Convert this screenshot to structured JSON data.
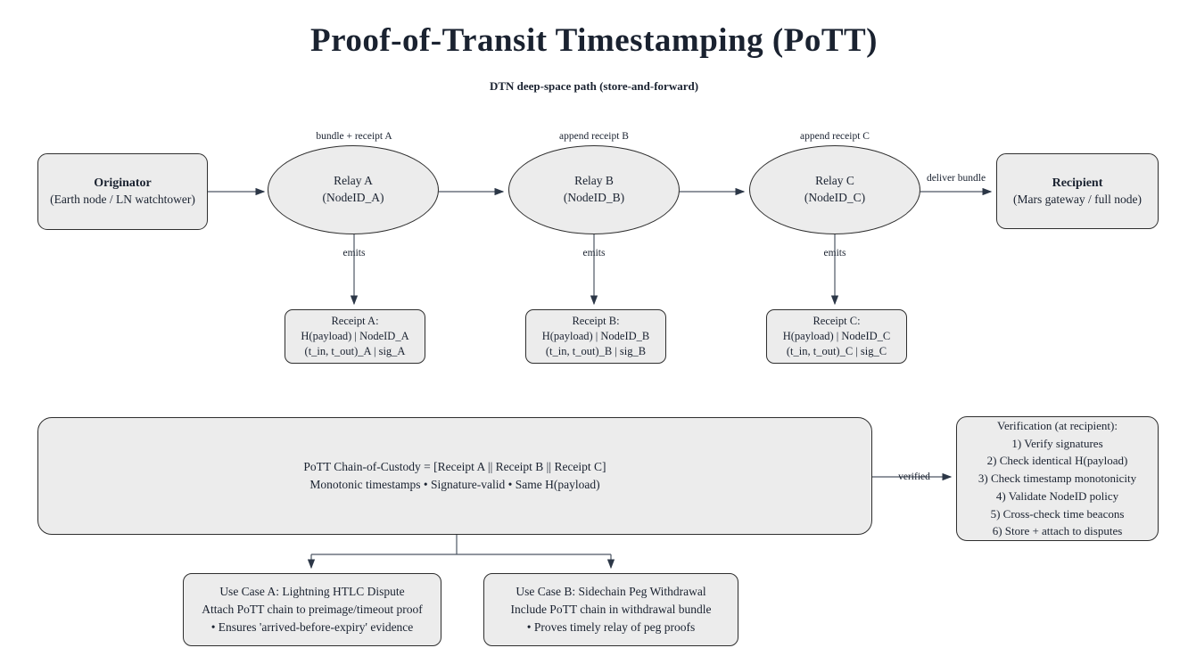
{
  "title": "Proof-of-Transit Timestamping (PoTT)",
  "subtitle": "DTN deep-space path (store-and-forward)",
  "colors": {
    "background": "#ffffff",
    "node_fill": "#ececec",
    "node_border": "#2e2e2e",
    "text": "#1a2230",
    "edge_line": "#4d5663",
    "arrowhead": "#2c3747"
  },
  "flow": {
    "originator": {
      "title": "Originator",
      "subtitle": "(Earth node / LN watchtower)"
    },
    "relay_a": {
      "title": "Relay A",
      "subtitle": "(NodeID_A)"
    },
    "relay_b": {
      "title": "Relay B",
      "subtitle": "(NodeID_B)"
    },
    "relay_c": {
      "title": "Relay C",
      "subtitle": "(NodeID_C)"
    },
    "recipient": {
      "title": "Recipient",
      "subtitle": "(Mars gateway / full node)"
    }
  },
  "edge_labels": {
    "to_relay_a": "bundle + receipt A",
    "to_relay_b": "append receipt B",
    "to_relay_c": "append receipt C",
    "to_recipient": "deliver bundle",
    "emits": "emits",
    "verified": "verified"
  },
  "receipts": {
    "a": {
      "line1": "Receipt A:",
      "line2": "H(payload) | NodeID_A",
      "line3": "(t_in, t_out)_A | sig_A"
    },
    "b": {
      "line1": "Receipt B:",
      "line2": "H(payload) | NodeID_B",
      "line3": "(t_in, t_out)_B | sig_B"
    },
    "c": {
      "line1": "Receipt C:",
      "line2": "H(payload) | NodeID_C",
      "line3": "(t_in, t_out)_C | sig_C"
    }
  },
  "custody": {
    "line1": "PoTT Chain-of-Custody = [Receipt A || Receipt B || Receipt C]",
    "line2": "Monotonic timestamps • Signature-valid • Same H(payload)"
  },
  "verification": {
    "lines": [
      "Verification (at recipient):",
      "1) Verify signatures",
      "2) Check identical H(payload)",
      "3) Check timestamp monotonicity",
      "4) Validate NodeID policy",
      "5) Cross-check time beacons",
      "6) Store + attach to disputes"
    ]
  },
  "use_case_a": {
    "line1": "Use Case A: Lightning HTLC Dispute",
    "line2": "Attach PoTT chain to preimage/timeout proof",
    "line3": "• Ensures 'arrived-before-expiry' evidence"
  },
  "use_case_b": {
    "line1": "Use Case B: Sidechain Peg Withdrawal",
    "line2": "Include PoTT chain in withdrawal bundle",
    "line3": "• Proves timely relay of peg proofs"
  }
}
